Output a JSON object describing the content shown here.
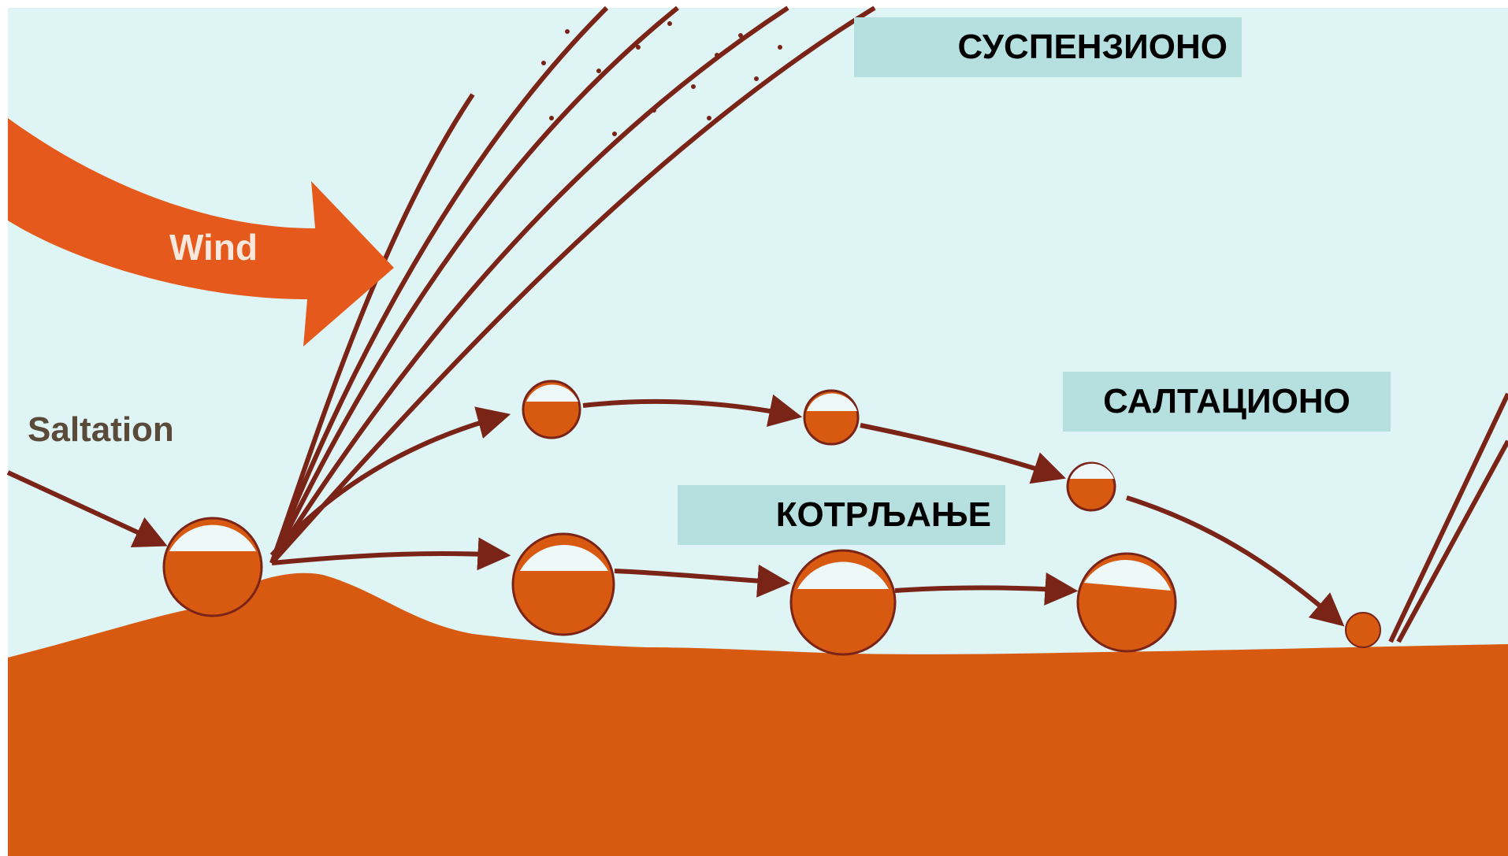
{
  "labels": {
    "suspension": "СУСПЕНЗИОНО",
    "saltation": "САЛТАЦИОНО",
    "rolling": "КОТРЉАЊЕ"
  },
  "diagram_text": {
    "wind": "Wind",
    "saltation_en": "Saltation"
  },
  "colors": {
    "sky": "#dff4f4",
    "ground": "#d85a10",
    "arrow": "#e55a1c",
    "trajectory": "#7a2418",
    "label_bg": "#b6dfe0"
  }
}
